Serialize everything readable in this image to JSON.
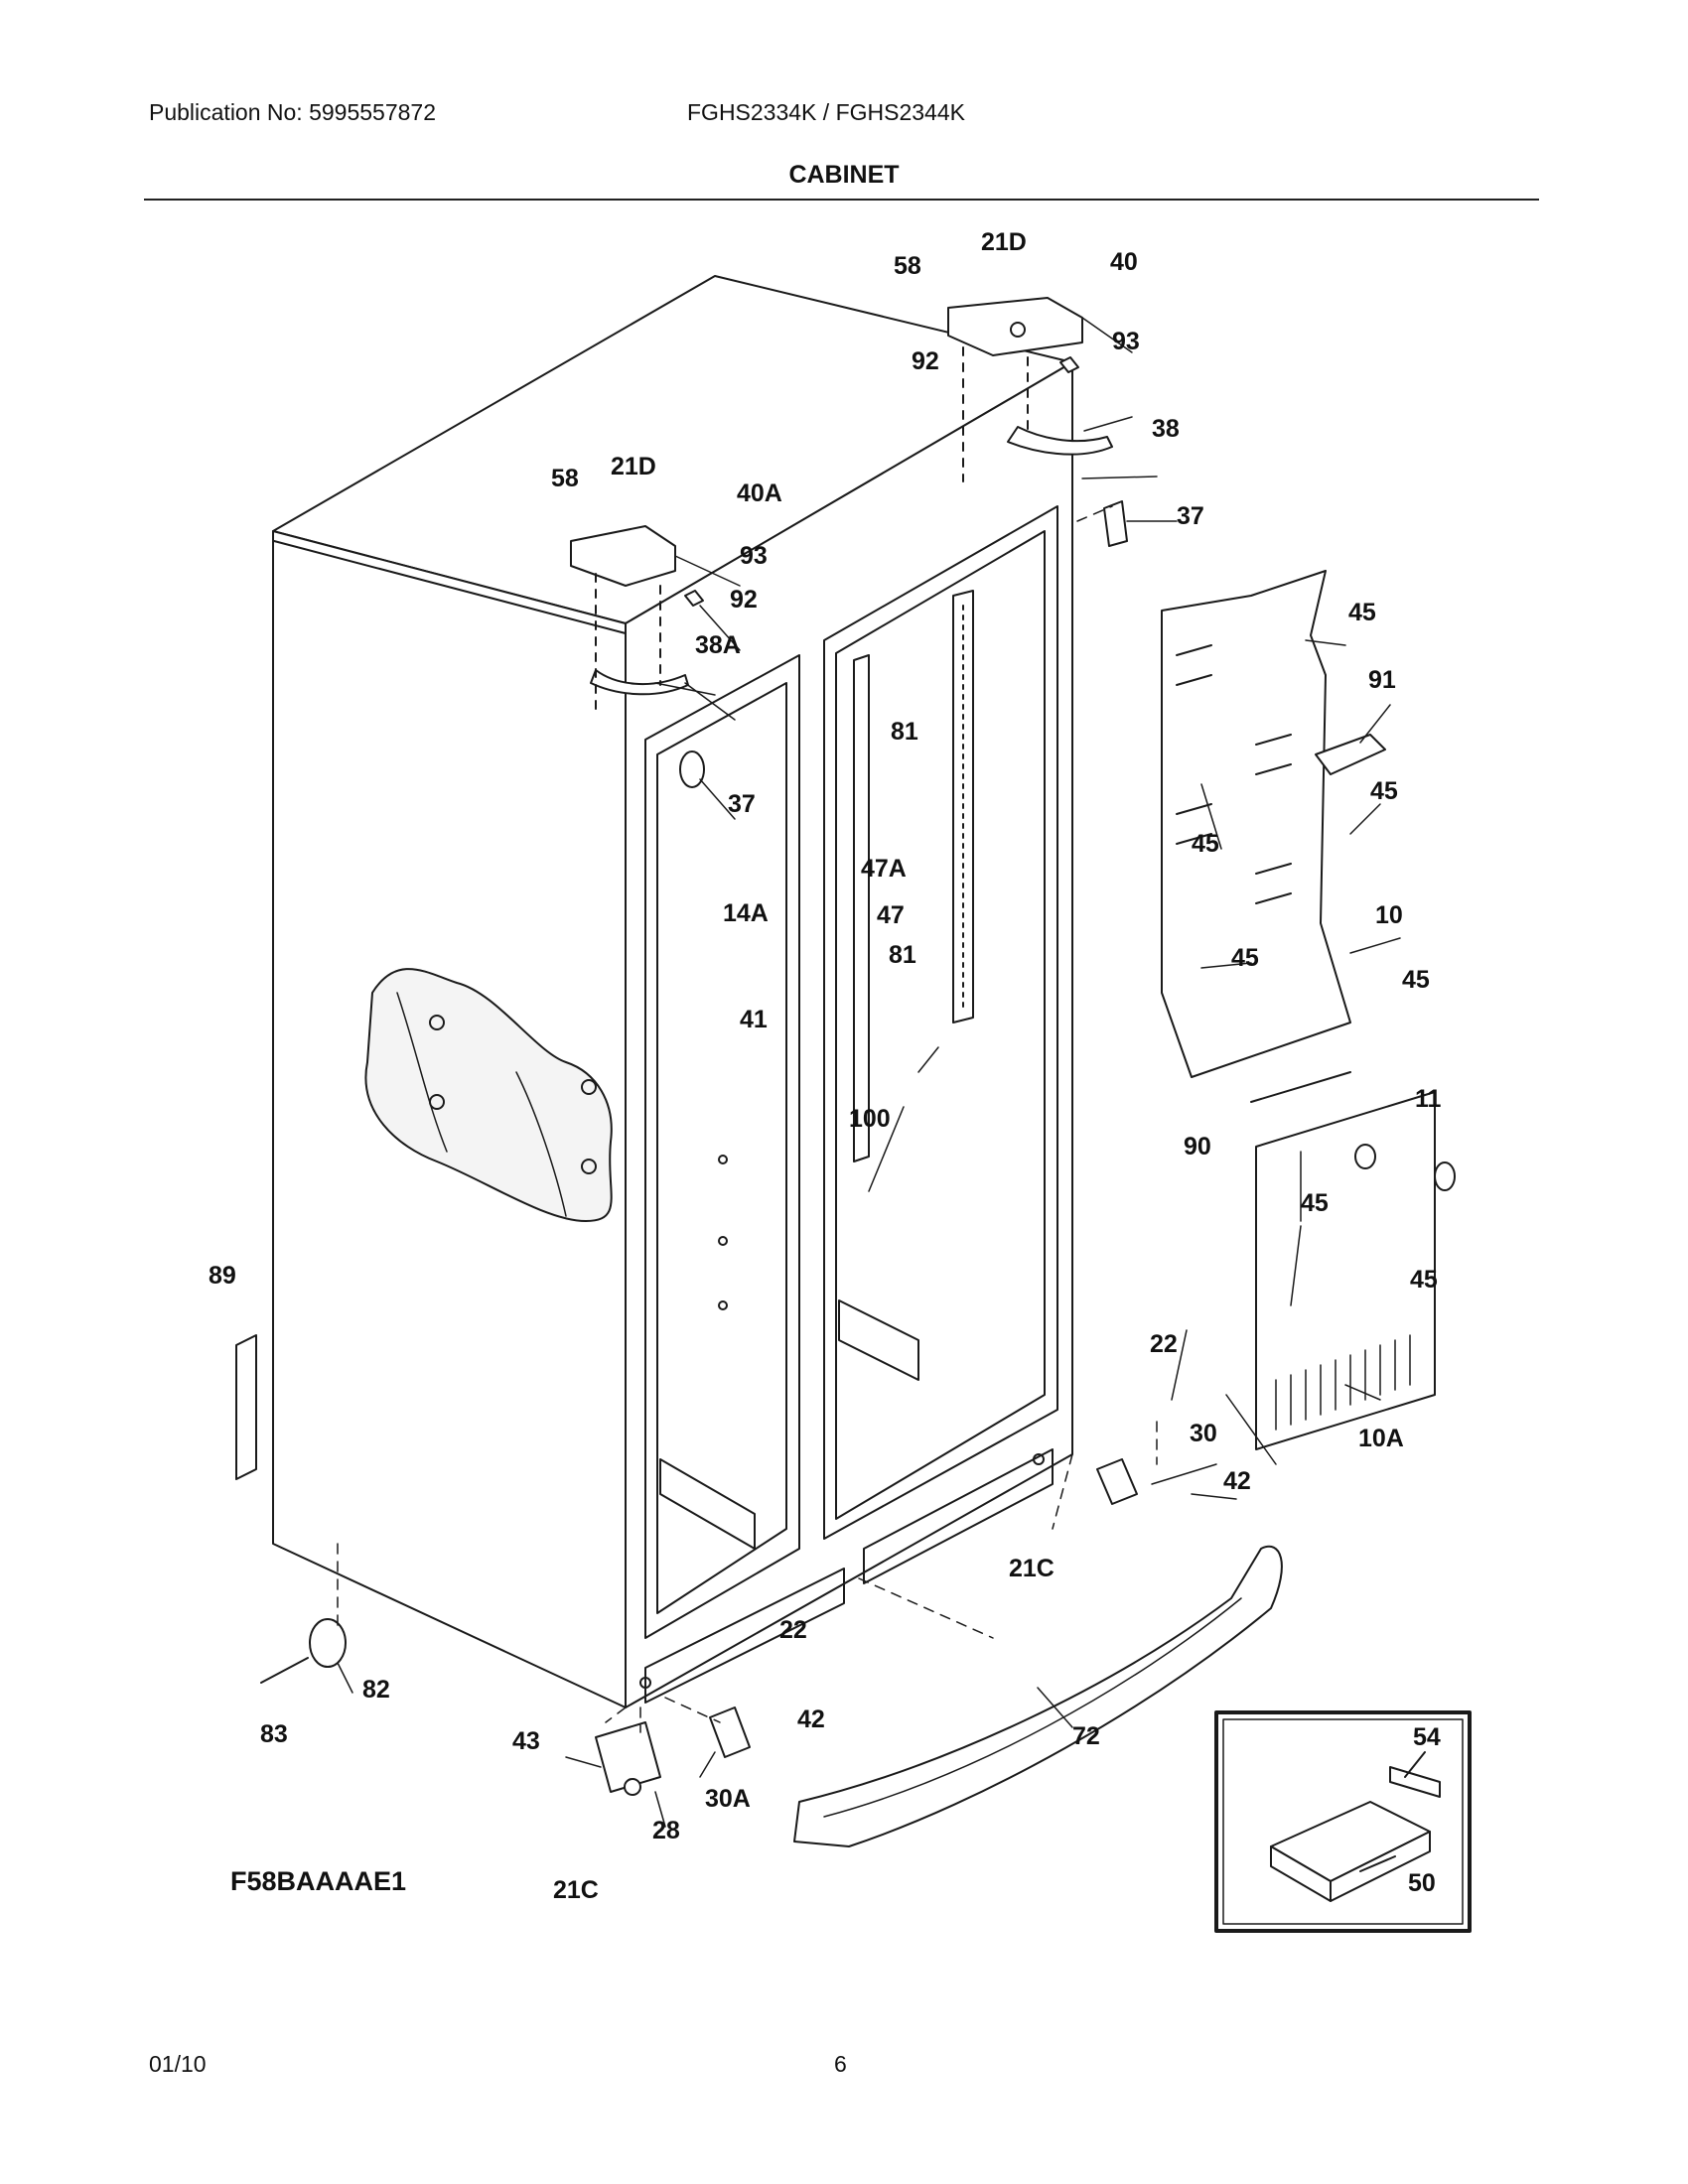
{
  "header": {
    "publication": "Publication No: 5995557872",
    "model": "FGHS2334K / FGHS2344K",
    "title": "CABINET"
  },
  "diagram": {
    "labels": {
      "p58a": "58",
      "p21Da": "21D",
      "p40": "40",
      "p93a": "93",
      "p92a": "92",
      "p38": "38",
      "p37a": "37",
      "p58b": "58",
      "p21Db": "21D",
      "p40A": "40A",
      "p93b": "93",
      "p92b": "92",
      "p38A": "38A",
      "p37b": "37",
      "p81a": "81",
      "p47A": "47A",
      "p47": "47",
      "p81b": "81",
      "p14A": "14A",
      "p41": "41",
      "p100": "100",
      "p45a": "45",
      "p91": "91",
      "p45b": "45",
      "p45c": "45",
      "p10": "10",
      "p45d": "45",
      "p45e": "45",
      "p11": "11",
      "p90": "90",
      "p45f": "45",
      "p45g": "45",
      "p10A": "10A",
      "p22a": "22",
      "p30": "30",
      "p42a": "42",
      "p21Ca": "21C",
      "p89": "89",
      "p82": "82",
      "p83": "83",
      "p22b": "22",
      "p42b": "42",
      "p43": "43",
      "p28": "28",
      "p30A": "30A",
      "p72": "72",
      "p21Cb": "21C",
      "p54": "54",
      "p50": "50"
    },
    "code": "F58BAAAAE1"
  },
  "footer": {
    "date": "01/10",
    "page": "6"
  }
}
